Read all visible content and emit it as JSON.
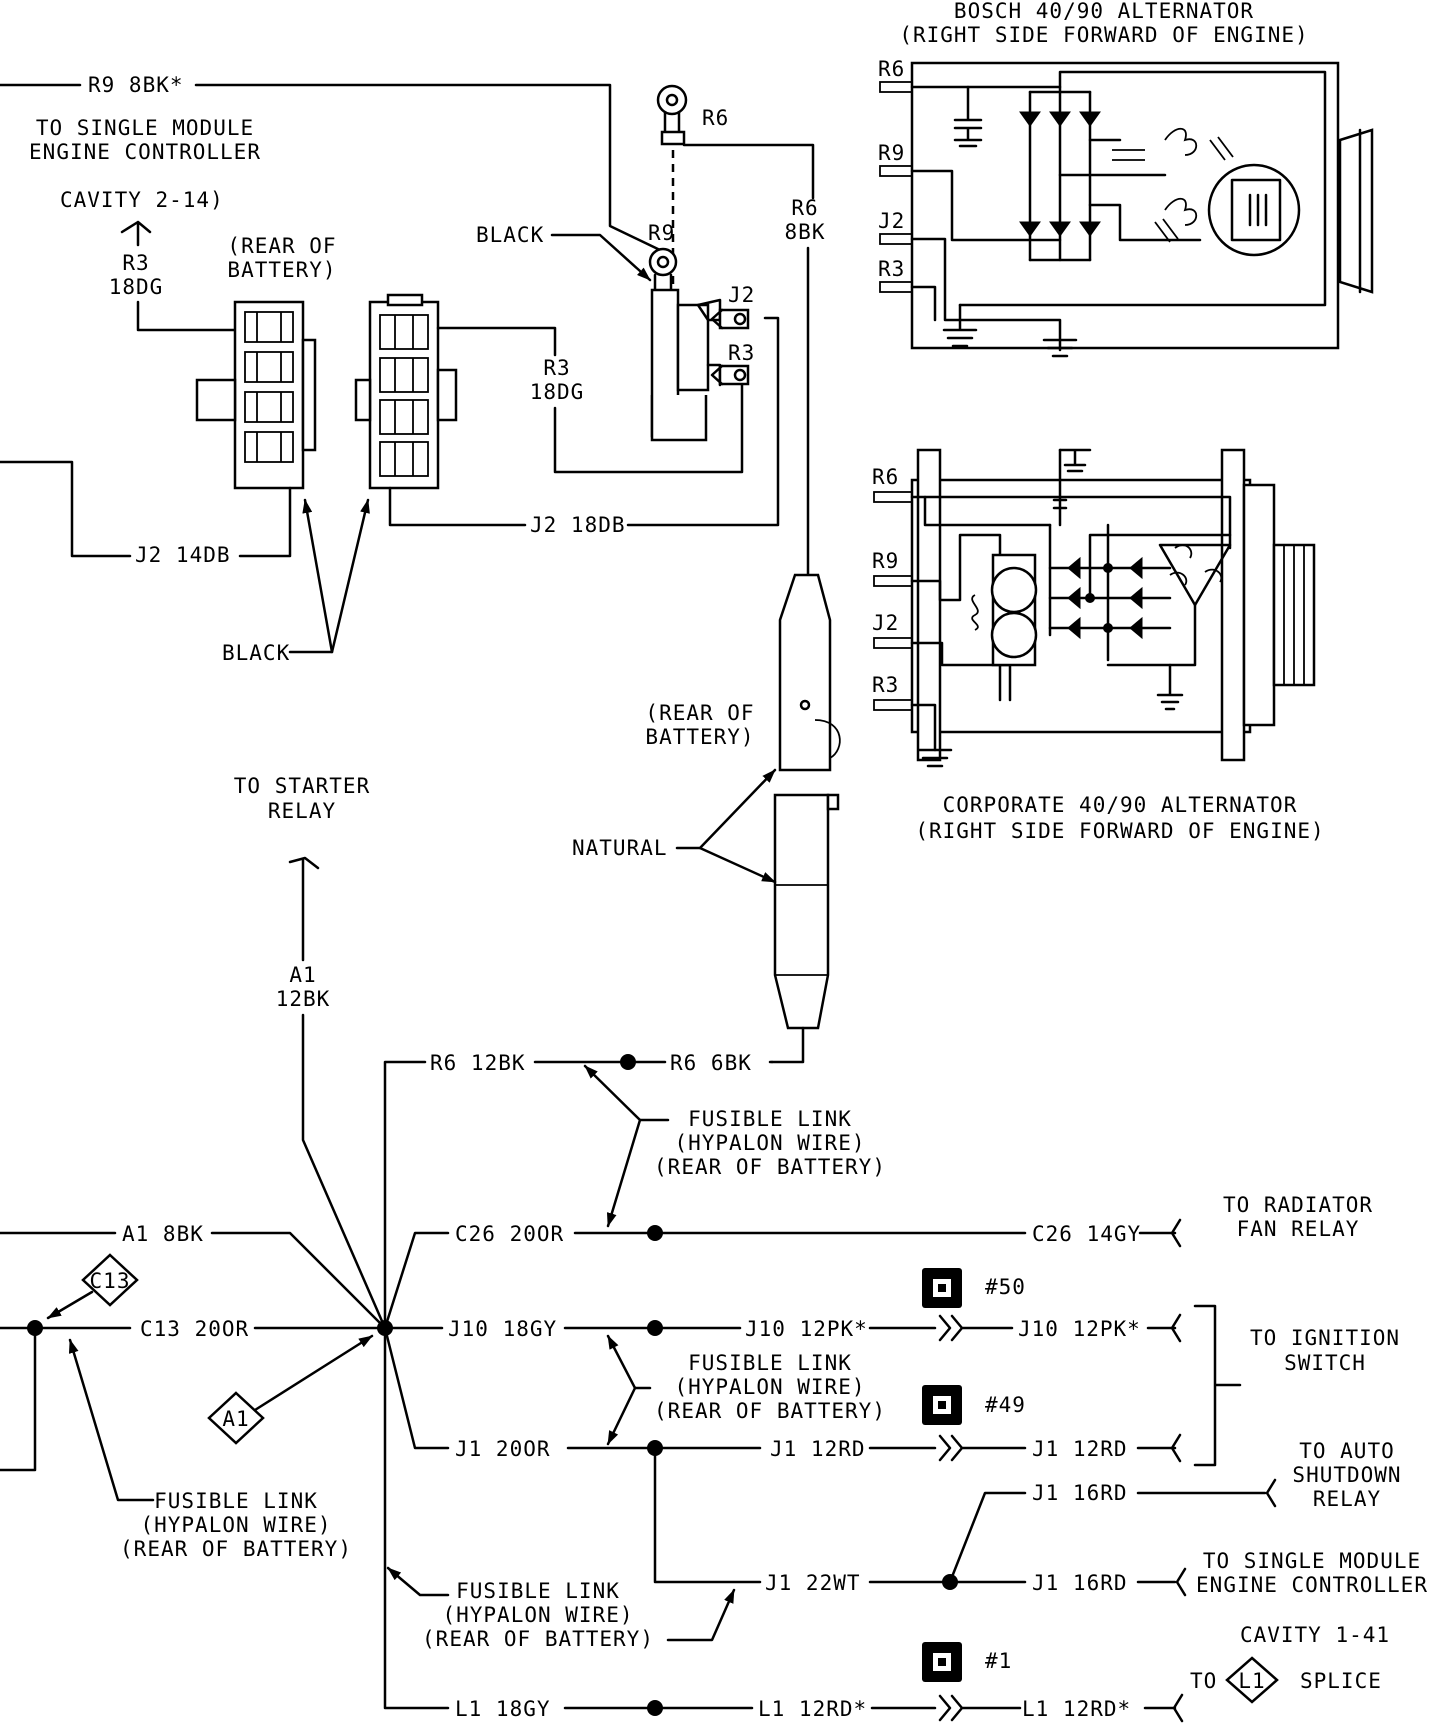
{
  "bosch": {
    "title": "BOSCH 40/90 ALTERNATOR",
    "subtitle": "(RIGHT SIDE FORWARD OF ENGINE)",
    "terminals": [
      "R6",
      "R9",
      "J2",
      "R3"
    ]
  },
  "corporate": {
    "title": "CORPORATE 40/90 ALTERNATOR",
    "subtitle": "(RIGHT SIDE FORWARD OF ENGINE)",
    "terminals": [
      "R6",
      "R9",
      "J2",
      "R3"
    ]
  },
  "engine_controller": {
    "line1": "TO SINGLE MODULE",
    "line2": "ENGINE CONTROLLER",
    "cavity": "CAVITY 2-14)"
  },
  "wires": {
    "r9_8bk": "R9 8BK*",
    "r6_top": "R6",
    "r6": "R6",
    "r6_8bk": "8BK",
    "r3_a": "R3",
    "r3_a_gauge": "18DG",
    "r3_b": "R3",
    "r3_b_gauge": "18DG",
    "j2_14db": "J2 14DB",
    "j2_18db": "J2 18DB",
    "a1": "A1",
    "a1_gauge": "12BK",
    "r6_12bk": "R6 12BK",
    "r6_6bk": "R6 6BK",
    "a1_8bk": "A1 8BK",
    "c13_20or": "C13 20OR",
    "c26_20or": "C26 20OR",
    "c26_14gy": "C26 14GY",
    "j10_18gy": "J10 18GY",
    "j10_12pk_a": "J10 12PK*",
    "j10_12pk_b": "J10 12PK*",
    "j1_20or": "J1 20OR",
    "j1_12rd_a": "J1 12RD",
    "j1_12rd_b": "J1 12RD",
    "j1_16rd_a": "J1 16RD",
    "j1_16rd_b": "J1 16RD",
    "j1_22wt": "J1 22WT",
    "l1_18gy": "L1 18GY",
    "l1_12rd_a": "L1 12RD*",
    "l1_12rd_b": "L1 12RD*"
  },
  "relay_terminals": {
    "r9": "R9",
    "j2": "J2",
    "r3": "R3"
  },
  "labels": {
    "black_top": "BLACK",
    "black_bottom": "BLACK",
    "rear_battery_1a": "(REAR OF",
    "rear_battery_1b": "BATTERY)",
    "rear_battery_2a": "(REAR OF",
    "rear_battery_2b": "BATTERY)",
    "natural": "NATURAL",
    "starter_relay_1": "TO STARTER",
    "starter_relay_2": "RELAY",
    "fusible_1": [
      "FUSIBLE LINK",
      "(HYPALON WIRE)",
      "(REAR OF BATTERY)"
    ],
    "fusible_2": [
      "FUSIBLE LINK",
      "(HYPALON WIRE)",
      "(REAR OF BATTERY)"
    ],
    "fusible_3": [
      "FUSIBLE LINK",
      "(HYPALON WIRE)",
      "(REAR OF BATTERY)"
    ],
    "fusible_4": [
      "FUSIBLE LINK",
      "(HYPALON WIRE)",
      "(REAR OF BATTERY)"
    ],
    "c13": "C13",
    "a1_diamond": "A1",
    "l1_diamond": "L1"
  },
  "destinations": {
    "radiator": [
      "TO RADIATOR",
      "FAN RELAY"
    ],
    "ignition": [
      "TO IGNITION",
      "SWITCH"
    ],
    "asd": [
      "TO AUTO",
      "SHUTDOWN",
      "RELAY"
    ],
    "smec": [
      "TO SINGLE MODULE",
      "ENGINE CONTROLLER"
    ],
    "cavity": "CAVITY 1-41",
    "splice_to": "TO",
    "splice": "SPLICE"
  },
  "connectors": {
    "c50": "#50",
    "c49": "#49",
    "c1": "#1"
  }
}
